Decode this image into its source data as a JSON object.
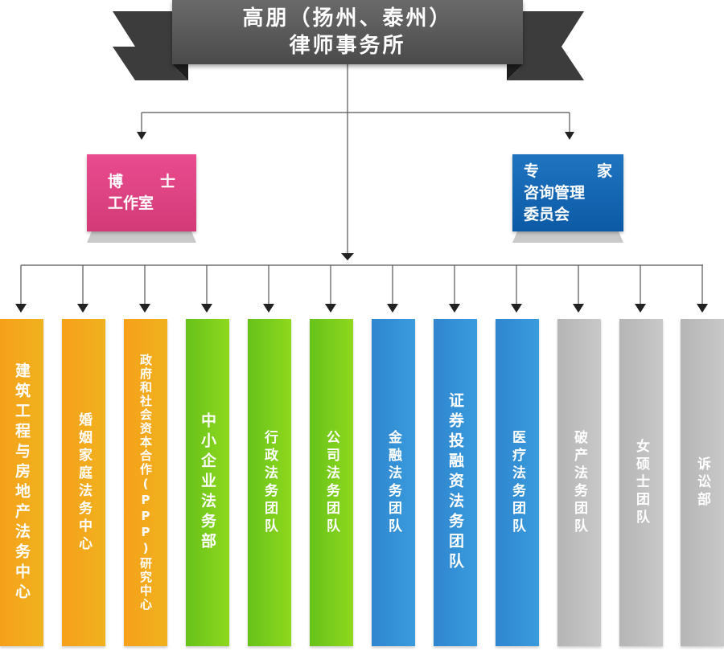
{
  "title": {
    "line1": "高朋（扬州、泰州）",
    "line2": "律师事务所"
  },
  "side_boxes": {
    "phd": {
      "line1_a": "博",
      "line1_b": "士",
      "line2": "工作室",
      "color": "#e0407f"
    },
    "expert": {
      "line1_a": "专",
      "line1_b": "家",
      "line2": "咨询管理",
      "line3": "委员会",
      "color": "#0f63ad"
    }
  },
  "departments": [
    {
      "label": "建筑工程与房地产法务中心",
      "color": "orange"
    },
    {
      "label": "婚姻家庭法务中心",
      "color": "orange"
    },
    {
      "label": "政府和社会资本合作(PPP)研究中心",
      "color": "orange"
    },
    {
      "label": "中小企业法务部",
      "color": "green"
    },
    {
      "label": "行政法务团队",
      "color": "green"
    },
    {
      "label": "公司法务团队",
      "color": "green"
    },
    {
      "label": "金融法务团队",
      "color": "blue"
    },
    {
      "label": "证券投融资法务团队",
      "color": "blue"
    },
    {
      "label": "医疗法务团队",
      "color": "blue"
    },
    {
      "label": "破产法务团队",
      "color": "gray"
    },
    {
      "label": "女硕士团队",
      "color": "gray"
    },
    {
      "label": "诉讼部",
      "color": "gray"
    }
  ]
}
